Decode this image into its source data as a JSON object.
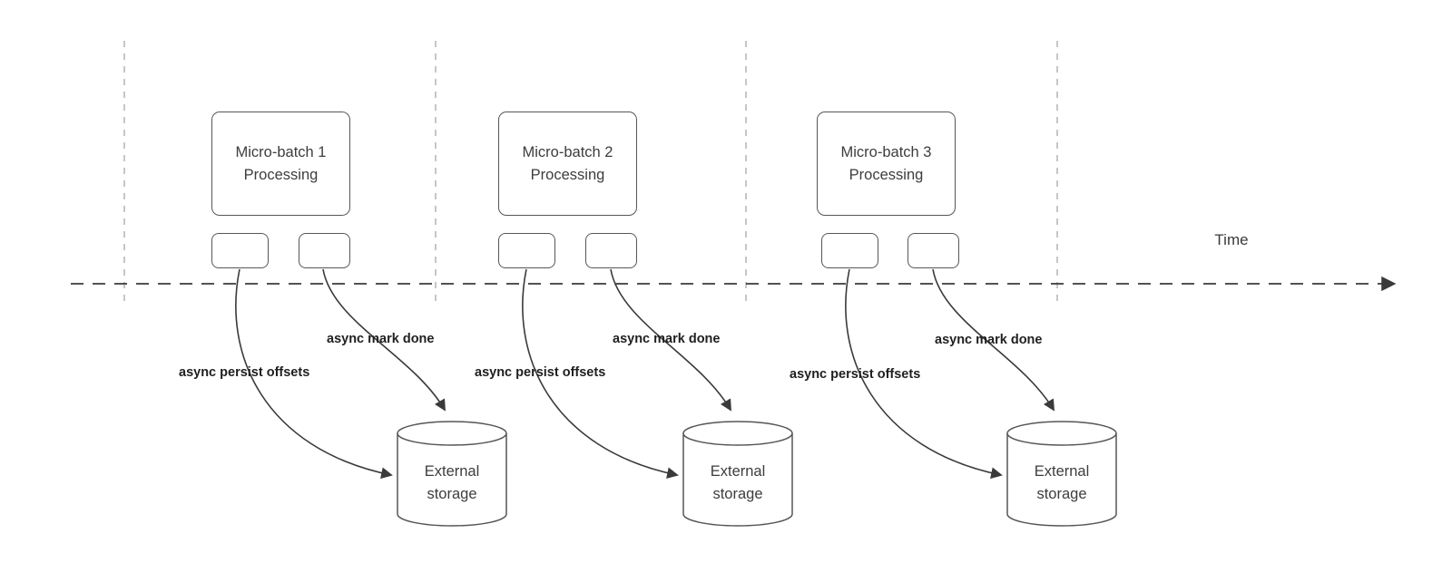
{
  "time_label": "Time",
  "batches": [
    {
      "title": "Micro-batch 1\nProcessing",
      "persist_label": "async persist offsets",
      "mark_done_label": "async mark done",
      "storage": {
        "label": "External\nstorage"
      }
    },
    {
      "title": "Micro-batch 2\nProcessing",
      "persist_label": "async persist offsets",
      "mark_done_label": "async mark done",
      "storage": {
        "label": "External\nstorage"
      }
    },
    {
      "title": "Micro-batch 3\nProcessing",
      "persist_label": "async persist offsets",
      "mark_done_label": "async mark done",
      "storage": {
        "label": "External\nstorage"
      }
    }
  ],
  "colors": {
    "shape_stroke": "#565656",
    "arrow_stroke": "#3a3a3a",
    "guide_line": "#b3b3b3",
    "text": "#3d3d3d",
    "label_text": "#1f1f1f",
    "background": "#ffffff"
  }
}
